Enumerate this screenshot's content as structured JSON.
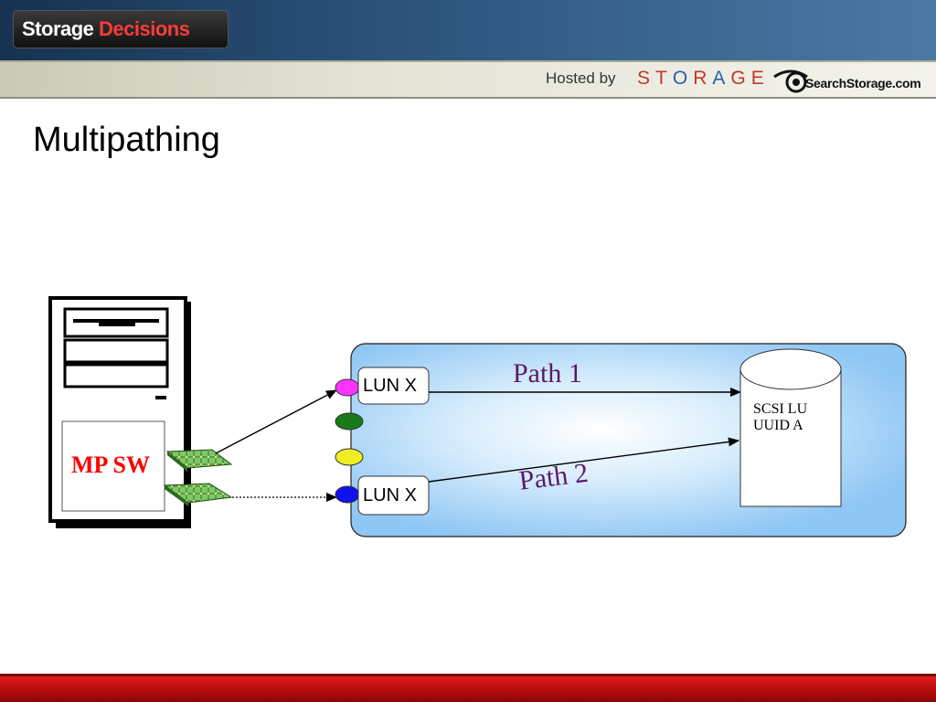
{
  "header": {
    "logo_word1": "Storage",
    "logo_word2": "Decisions",
    "hosted_by": "Hosted by",
    "storage_letters": [
      "S",
      "T",
      "O",
      "R",
      "A",
      "G",
      "E"
    ],
    "storage_colors": [
      "#c0392b",
      "#c0392b",
      "#2b5fa6",
      "#c0392b",
      "#2b5fa6",
      "#c0392b",
      "#c0392b"
    ],
    "searchstorage": "SearchStorage.com"
  },
  "slide": {
    "title": "Multipathing"
  },
  "diagram": {
    "server_label": "MP SW",
    "lun_top": "LUN X",
    "lun_bottom": "LUN X",
    "path1": "Path 1",
    "path2": "Path 2",
    "disk_line1": "SCSI LU",
    "disk_line2": "UUID A",
    "port_colors": [
      "#ff33ff",
      "#1a7a1a",
      "#eeee22",
      "#1111ee"
    ],
    "mp_sw_color": "#ff0000",
    "path_label_color": "#5a1a6a",
    "array_fill": "#9ecff7"
  }
}
